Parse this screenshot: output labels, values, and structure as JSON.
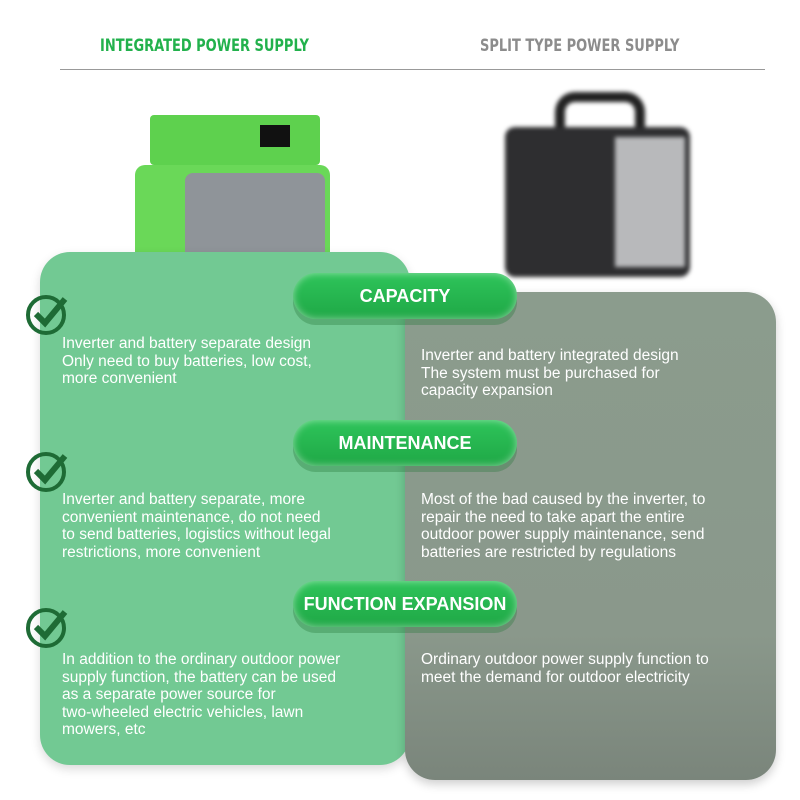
{
  "headers": {
    "left": "INTEGRATED POWER SUPPLY",
    "right": "SPLIT TYPE POWER SUPPLY"
  },
  "sections": [
    {
      "title": "CAPACITY",
      "left": "Inverter and battery separate design\nOnly need to buy batteries, low cost,\nmore convenient",
      "right": "Inverter and battery integrated design\nThe system must be purchased for\ncapacity expansion"
    },
    {
      "title": "MAINTENANCE",
      "left": "Inverter and battery separate, more\nconvenient maintenance, do not need\nto send batteries, logistics without legal\nrestrictions, more convenient",
      "right": "Most of the bad caused by the inverter, to\nrepair the need to take apart the entire\noutdoor power supply maintenance, send\nbatteries are restricted by regulations"
    },
    {
      "title": "FUNCTION EXPANSION",
      "left": "In addition to the ordinary outdoor power\nsupply function, the battery can be used\nas a separate power source for\ntwo-wheeled electric vehicles, lawn\nmowers, etc",
      "right": "Ordinary outdoor power supply function to\nmeet the demand for outdoor electricity"
    }
  ],
  "colors": {
    "accent": "#22b14c",
    "left_panel": "#72c993",
    "right_panel": "#8b9c8d",
    "check": "#1e6b35"
  }
}
